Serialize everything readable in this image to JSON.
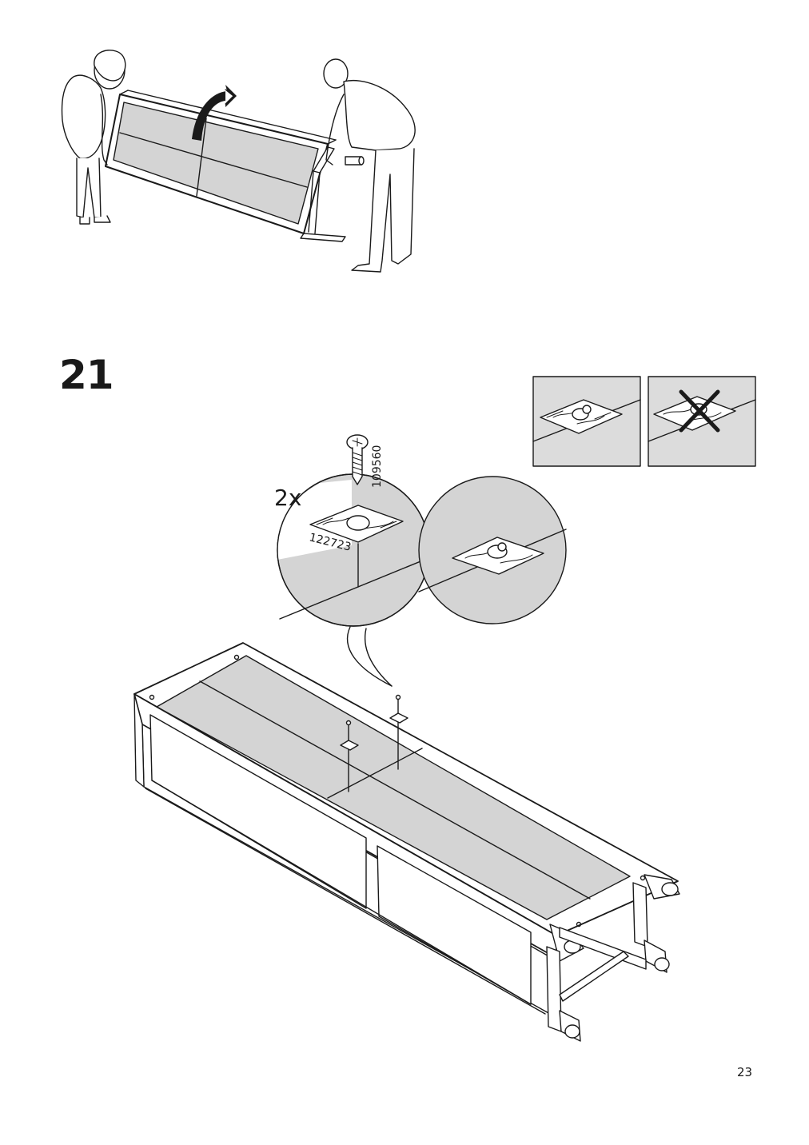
{
  "step": {
    "number": "21"
  },
  "detail": {
    "quantity": "2x",
    "screw_part_number": "109560",
    "plate_part_number": "122723"
  },
  "page": {
    "number": "23"
  },
  "colors": {
    "line": "#1a1a1a",
    "panel_fill": "#d9d9d9",
    "background": "#ffffff"
  },
  "icons": [
    "rotate-arrow-icon",
    "wrong-cross-icon",
    "screw-icon",
    "leader-arrow-icon"
  ]
}
